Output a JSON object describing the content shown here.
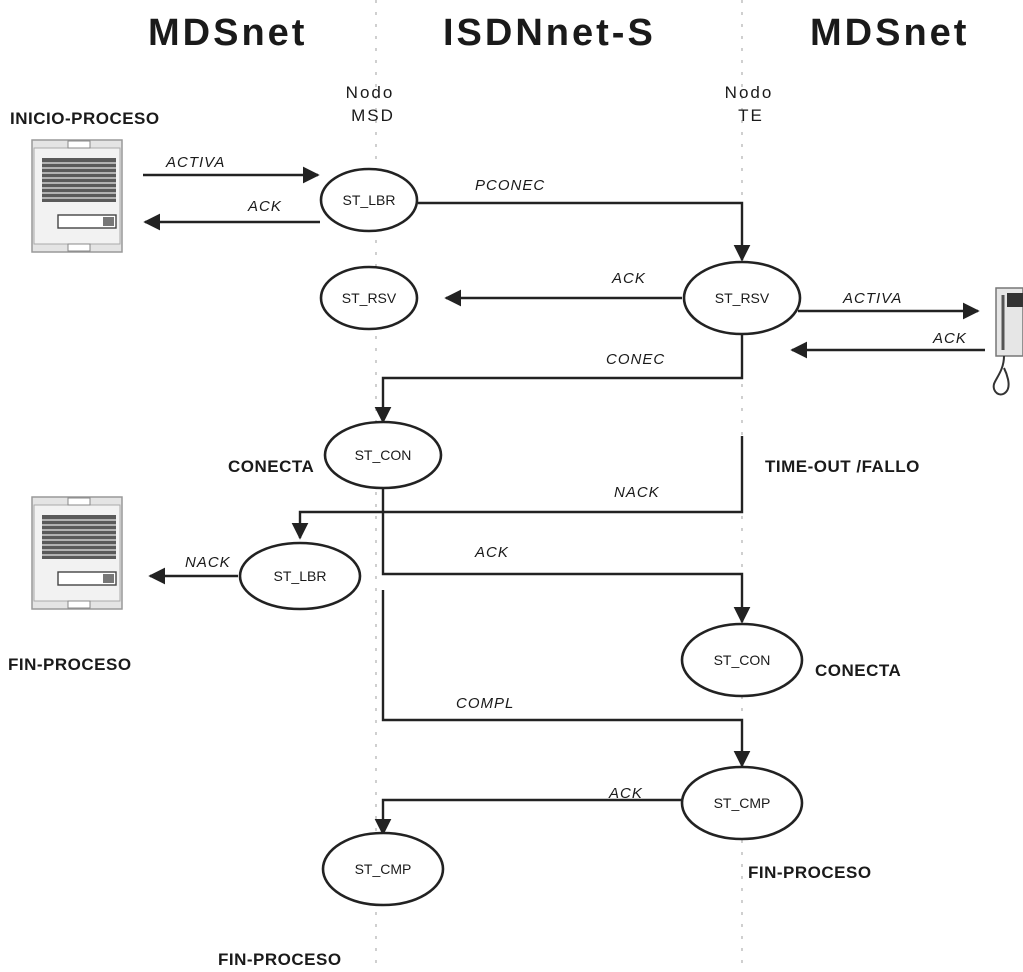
{
  "headers": {
    "left": "MDSnet",
    "middle": "ISDNnet-S",
    "right": "MDSnet"
  },
  "nodos": {
    "msd": [
      "Nodo",
      "MSD"
    ],
    "te": [
      "Nodo",
      "TE"
    ]
  },
  "labels": {
    "inicio": "INICIO-PROCESO",
    "fin_left": "FIN-PROCESO",
    "fin_bottom": "FIN-PROCESO",
    "fin_right": "FIN-PROCESO",
    "conecta_left": "CONECTA",
    "conecta_right": "CONECTA",
    "timeout": "TIME-OUT /FALLO"
  },
  "states": {
    "lbr1": "ST_LBR",
    "rsv_msd": "ST_RSV",
    "rsv_te": "ST_RSV",
    "con_msd": "ST_CON",
    "lbr2": "ST_LBR",
    "con_te": "ST_CON",
    "cmp_te": "ST_CMP",
    "cmp_msd": "ST_CMP"
  },
  "messages": {
    "activa1": "ACTIVA",
    "ack1": "ACK",
    "pconec": "PCONEC",
    "ack_rsv": "ACK",
    "activa2": "ACTIVA",
    "ack2": "ACK",
    "conec": "CONEC",
    "nack_timeout": "NACK",
    "nack_out": "NACK",
    "ack_con": "ACK",
    "compl": "COMPL",
    "ack_cmp": "ACK"
  },
  "icons": [
    "intercom-panel-icon",
    "intercom-panel-icon",
    "handset-icon"
  ]
}
